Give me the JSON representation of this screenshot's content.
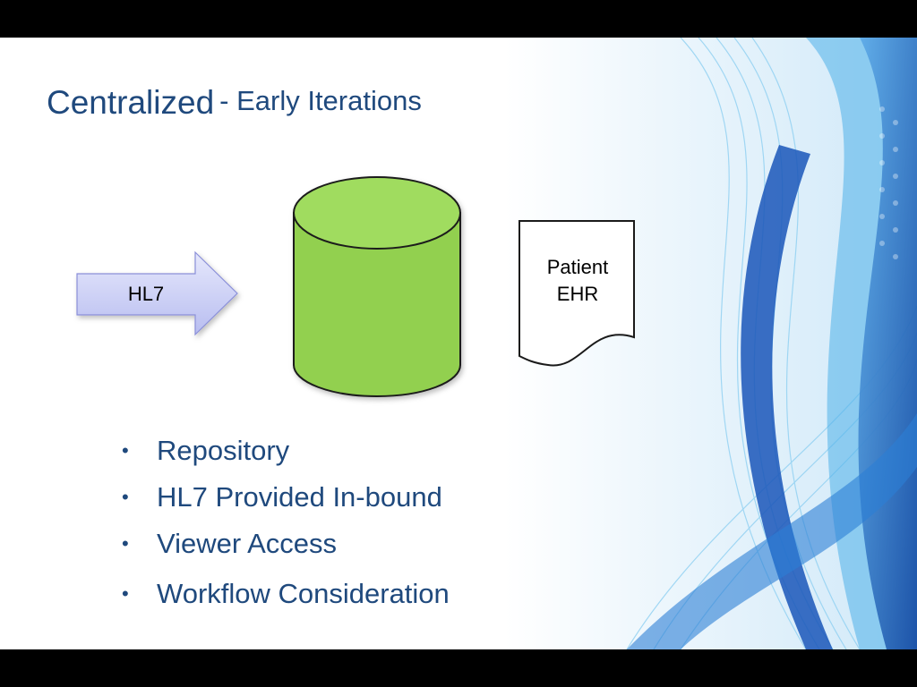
{
  "title": {
    "main": "Centralized",
    "sub": "- Early Iterations"
  },
  "diagram": {
    "arrow_label": "HL7",
    "document_label_line1": "Patient",
    "document_label_line2": "EHR",
    "database_color": "#92d050",
    "arrow_color": "#c9cdf7"
  },
  "bullets": [
    "Repository",
    "HL7 Provided In-bound",
    "Viewer Access",
    "Workflow Consideration"
  ],
  "colors": {
    "title": "#1f497d",
    "accent_blue": "#1e72c8"
  }
}
